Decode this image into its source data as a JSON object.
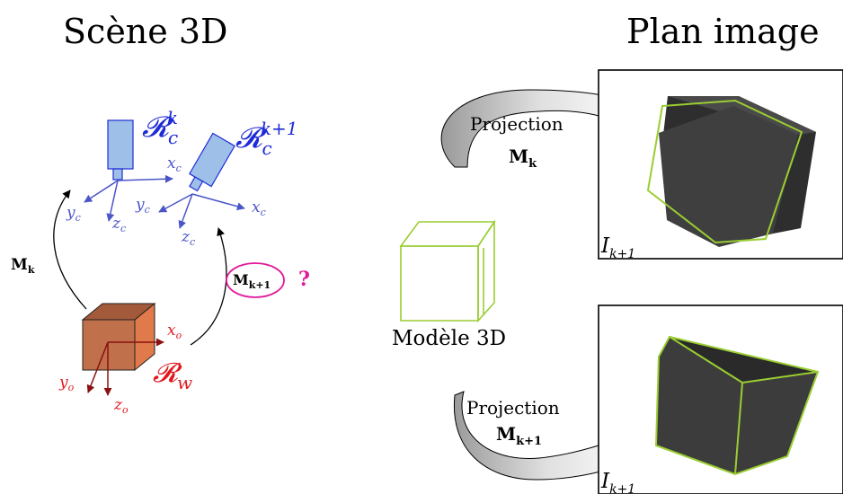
{
  "scene": {
    "title": "Scène 3D",
    "camera_k": {
      "frame": "𝓡",
      "sub": "c",
      "sup": "k"
    },
    "camera_k1": {
      "frame": "𝓡",
      "sub": "c",
      "sup": "k+1"
    },
    "axes_k": {
      "x": "x",
      "x_sub": "c",
      "y": "y",
      "y_sub": "c",
      "z": "z",
      "z_sub": "c"
    },
    "axes_k1": {
      "x": "x",
      "x_sub": "c",
      "y": "y",
      "y_sub": "c",
      "z": "z",
      "z_sub": "c"
    },
    "world": {
      "frame": "𝓡",
      "sub": "w",
      "x": "x",
      "x_sub": "o",
      "y": "y",
      "y_sub": "o",
      "z": "z",
      "z_sub": "o"
    },
    "transform_k": {
      "base": "M",
      "sub": "k"
    },
    "transform_k1": {
      "base": "M",
      "sub": "k+1",
      "question": "?"
    }
  },
  "model": {
    "label": "Modèle 3D"
  },
  "projection_top": {
    "label": "Projection",
    "base": "M",
    "sub": "k"
  },
  "projection_bottom": {
    "label": "Projection",
    "base": "M",
    "sub": "k+1"
  },
  "image_plane": {
    "title": "Plan image",
    "image_top": {
      "label": "I",
      "sub": "k+1"
    },
    "image_bottom": {
      "label": "I",
      "sub": "k+1"
    }
  },
  "colors": {
    "camera_blue": "#1f2bd6",
    "axis_blue": "#4a55c8",
    "camera_fill": "#9ec0e8",
    "world_red": "#e0191f",
    "axis_darkred": "#8b1010",
    "cube_brown": "#c0704a",
    "magenta": "#e0189a",
    "model_green": "#9acd32",
    "dark_cube": "#3c3c3c"
  }
}
